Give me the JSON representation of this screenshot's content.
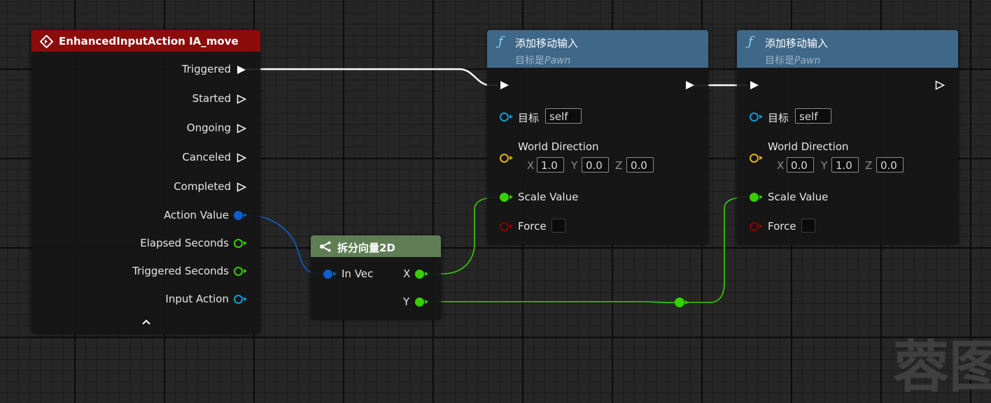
{
  "event_node": {
    "title": "EnhancedInputAction IA_move",
    "pins": {
      "triggered": "Triggered",
      "started": "Started",
      "ongoing": "Ongoing",
      "canceled": "Canceled",
      "completed": "Completed",
      "action_value": "Action Value",
      "elapsed_seconds": "Elapsed Seconds",
      "triggered_seconds": "Triggered Seconds",
      "input_action": "Input Action"
    },
    "collapse_icon": "chevron-up-icon"
  },
  "break_node": {
    "title": "拆分向量2D",
    "input_label": "In Vec",
    "output_x": "X",
    "output_y": "Y"
  },
  "add_input_1": {
    "title": "添加移动输入",
    "subtitle_prefix": "目标是",
    "subtitle_target": "Pawn",
    "target_label": "目标",
    "target_value": "self",
    "world_direction_label": "World Direction",
    "axis_x": "X",
    "axis_y": "Y",
    "axis_z": "Z",
    "dir_x": "1.0",
    "dir_y": "0.0",
    "dir_z": "0.0",
    "scale_label": "Scale Value",
    "force_label": "Force"
  },
  "add_input_2": {
    "title": "添加移动输入",
    "subtitle_prefix": "目标是",
    "subtitle_target": "Pawn",
    "target_label": "目标",
    "target_value": "self",
    "world_direction_label": "World Direction",
    "axis_x": "X",
    "axis_y": "Y",
    "axis_z": "Z",
    "dir_x": "0.0",
    "dir_y": "1.0",
    "dir_z": "0.0",
    "scale_label": "Scale Value",
    "force_label": "Force"
  },
  "colors": {
    "event_header": "#8c0c0c",
    "function_header": "#3f6787",
    "pure_header": "#5f7e55",
    "exec_pin": "#ffffff",
    "struct_pin": "#0d5fd0",
    "float_pin": "#35d000",
    "object_pin": "#0b9ed8",
    "vector_pin": "#e1b415",
    "bool_pin": "#8b0000"
  }
}
